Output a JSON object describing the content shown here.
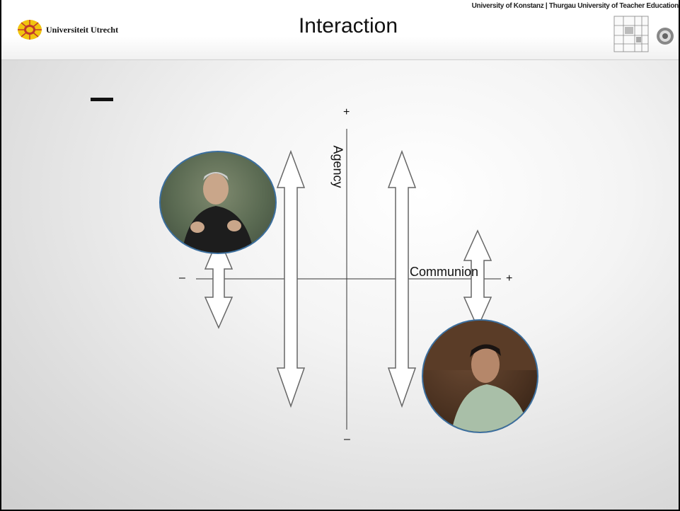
{
  "header": {
    "institution": "Universiteit Utrecht",
    "title": "Interaction",
    "affiliation": "University of Konstanz | Thurgau University of Teacher Education"
  },
  "diagram": {
    "vertical_axis": {
      "label": "Agency",
      "top_sign": "+",
      "bottom_sign": "–"
    },
    "horizontal_axis": {
      "label": "Communion",
      "left_sign": "–",
      "right_sign": "+"
    }
  },
  "colors": {
    "photo_border": "#3c6f9e",
    "arrow_stroke": "#666666",
    "arrow_fill": "#ffffff"
  },
  "icons": [
    "utrecht-sun-logo",
    "konstanz-logo",
    "thurgau-logo"
  ]
}
